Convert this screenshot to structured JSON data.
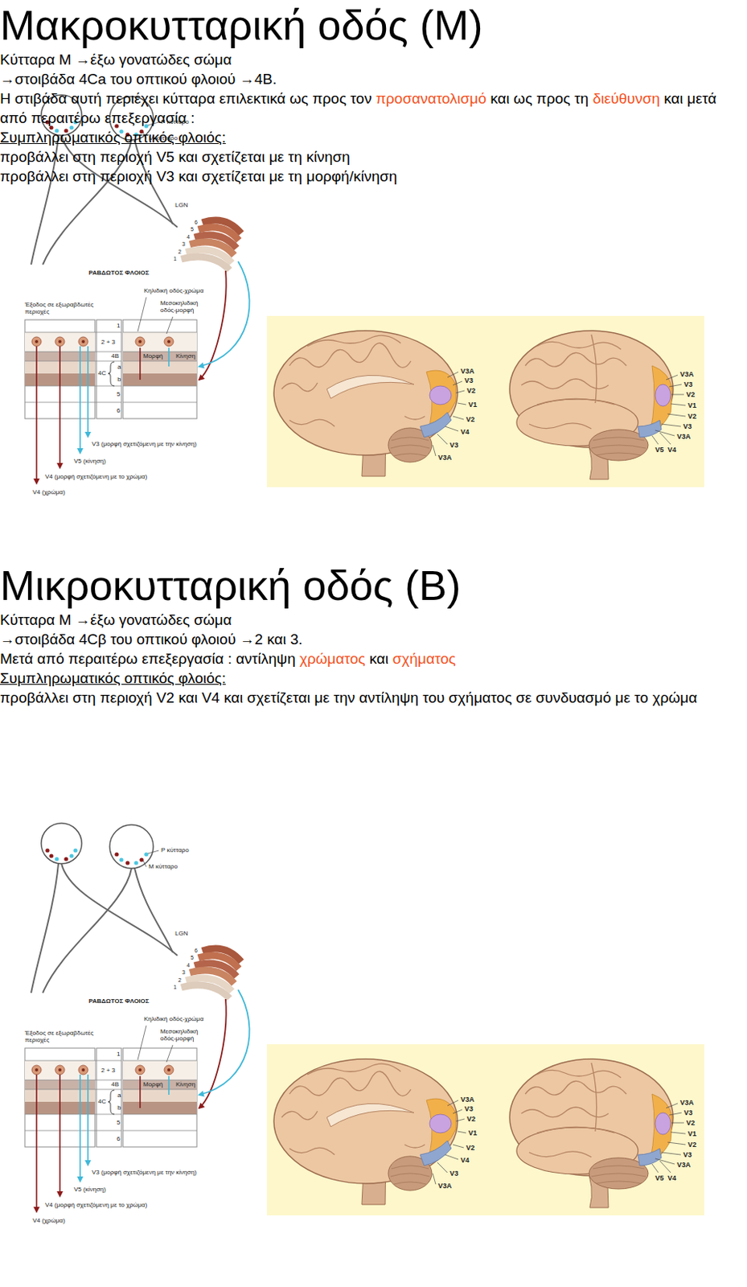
{
  "diagram": {
    "nodes": [
      {
        "text": [
          "Μακροκυτταρική οδός (M)",
          "Κύτταρα M →έξω γονατώδες σώμα",
          "→στοιβάδα 4Ca του οπτικού φλοιού →4B.",
          "Η στιβάδα αυτή περιέχει κύτταρα επιλεκτικά ως προς τον",
          "προσανατολισμό",
          "και ως προς τη",
          "διεύθυνση",
          "και μετά από περαιτέρω επεξεργασία :",
          "Συμπληρωματικός οπτικός φλοιός:",
          "προβάλλει στη περιοχή V5 και σχετίζεται με τη κίνηση",
          "προβάλλει στη περιοχή V3 και σχετίζεται με τη μορφή/κίνηση"
        ]
      },
      {
        "text": [
          "Μικροκυτταρική οδός (B)",
          "Κύτταρα M →έξω γονατώδες σώμα",
          "→στοιβάδα 4Cβ του οπτικού φλοιού →2 και 3.",
          "Μετά από περαιτέρω επεξεργασία : αντίληψη",
          "χρώματος",
          "και",
          "σχήματος",
          "Συμπληρωματικός οπτικός φλοιός:",
          "προβάλλει στη περιοχή V2 και V4 και σχετίζεται με την αντίληψη του σχήματος σε συνδυασμό με το χρώμα"
        ]
      }
    ],
    "labels": [
      "P κύτταρο",
      "M κύτταρο",
      "LGN",
      "6",
      "5",
      "4",
      "3",
      "2",
      "1",
      "ΡΑΒΔΩΤΟΣ ΦΛΟΙΟΣ",
      "Κηλιδική οδός-χρώμα",
      "Μεσοκηλιδική οδός-μορφή",
      "Έξοδος σε εξωραβδωτές περιοχές",
      "1",
      "2 + 3",
      "4B",
      "4C",
      "a",
      "b",
      "5",
      "6",
      "Μορφή",
      "Κίνηση",
      "V3 (μορφή σχετιζόμενη με την κίνηση)",
      "V5 (κίνηση)",
      "V4 (μορφή σχετιζόμενη με το χρώμα)",
      "V4 (χρώμα)",
      "V3A",
      "V3",
      "V2",
      "V1",
      "V2",
      "V4",
      "V3",
      "V3A",
      "V3A",
      "V3",
      "V2",
      "V1",
      "V2",
      "V3",
      "V3A",
      "V5",
      "V4",
      "P κύτταρο",
      "M κύτταρο",
      "LGN",
      "6",
      "5",
      "4",
      "3",
      "2",
      "1",
      "ΡΑΒΔΩΤΟΣ ΦΛΟΙΟΣ",
      "Κηλιδική οδός-χρώμα",
      "Μεσοκηλιδική οδός-μορφή",
      "Έξοδος σε εξωραβδωτές περιοχές",
      "1",
      "2 + 3",
      "4B",
      "4C",
      "a",
      "b",
      "5",
      "6",
      "Μορφή",
      "Κίνηση",
      "V3 (μορφή σχετιζόμενη με την κίνηση)",
      "V5 (κίνηση)",
      "V4 (μορφή σχετιζόμενη με το χρώμα)",
      "V4 (χρώμα)",
      "V3A",
      "V3",
      "V2",
      "V1",
      "V2",
      "V4",
      "V3",
      "V3A",
      "V3A",
      "V3",
      "V2",
      "V1",
      "V2",
      "V3",
      "V3A",
      "V5",
      "V4"
    ]
  }
}
